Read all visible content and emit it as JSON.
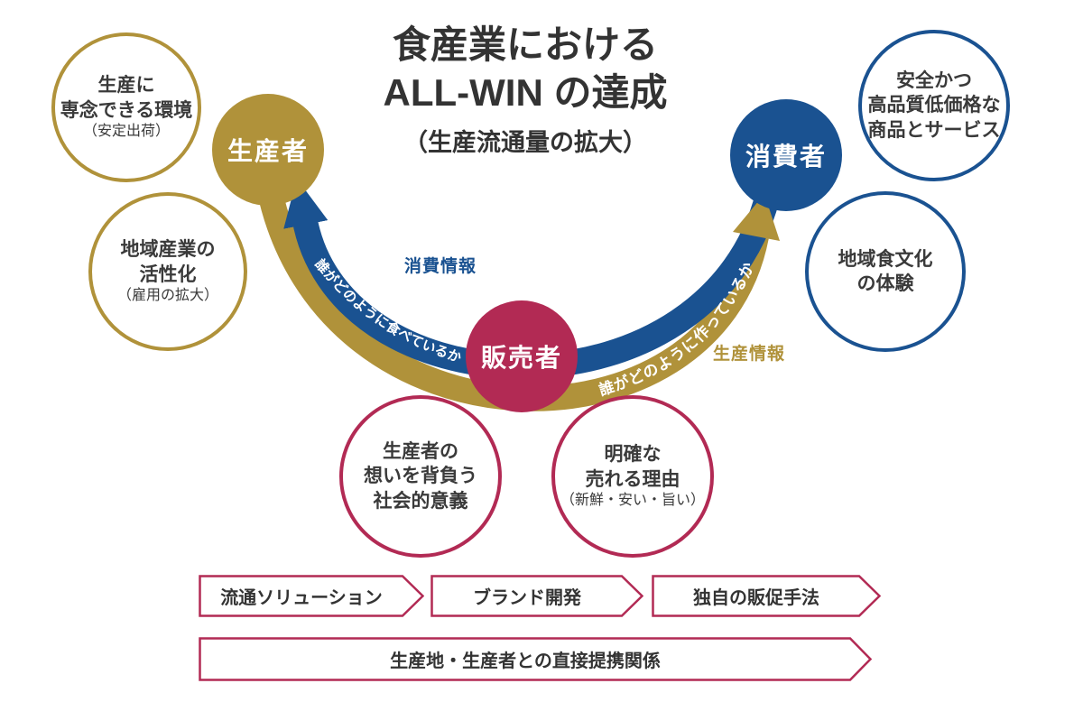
{
  "title": {
    "line1": "食産業における",
    "line2": "ALL-WIN の達成",
    "line3": "（生産流通量の拡大）"
  },
  "actors": {
    "producer": {
      "label": "生産者"
    },
    "consumer": {
      "label": "消費者"
    },
    "seller": {
      "label": "販売者"
    }
  },
  "flows": {
    "consumer_info": {
      "label": "消費情報",
      "arc_text": "誰がどのように食べているか"
    },
    "production_info": {
      "label": "生産情報",
      "arc_text": "誰がどのように作っているか"
    }
  },
  "ring_circles": {
    "producer_env": {
      "line1": "生産に",
      "line2": "専念できる環境",
      "line3": "（安定出荷）"
    },
    "regional_industry": {
      "line1": "地域産業の",
      "line2": "活性化",
      "line3": "（雇用の拡大）"
    },
    "consumer_quality": {
      "line1": "安全かつ",
      "line2": "高品質低価格な",
      "line3": "商品とサービス"
    },
    "food_culture": {
      "line1": "地域食文化",
      "line2": "の体験"
    },
    "seller_mission": {
      "line1": "生産者の",
      "line2": "想いを背負う",
      "line3": "社会的意義"
    },
    "seller_reason": {
      "line1": "明確な",
      "line2": "売れる理由",
      "line3": "（新鮮・安い・旨い）"
    }
  },
  "banners": {
    "items": [
      {
        "label": "流通ソリューション"
      },
      {
        "label": "ブランド開発"
      },
      {
        "label": "独自の販促手法"
      }
    ],
    "wide": {
      "label": "生産地・生産者との直接提携関係"
    }
  },
  "colors": {
    "gold": "#b0923a",
    "blue": "#1a5291",
    "crimson": "#b22a54"
  }
}
